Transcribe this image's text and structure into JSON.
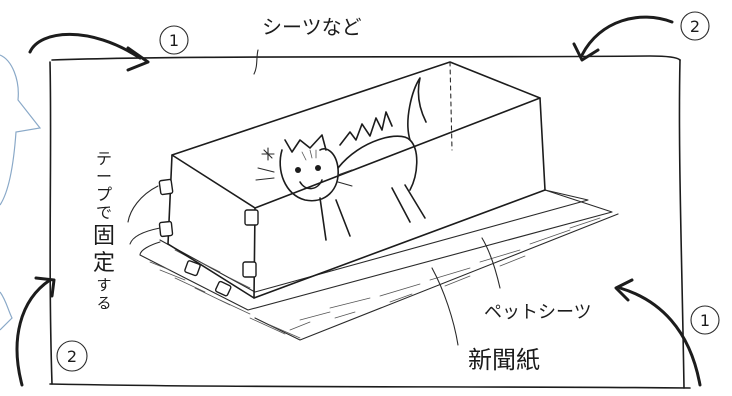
{
  "labels": {
    "sheet": "シーツなど",
    "tape_vertical": [
      "テ",
      "ー",
      "プ",
      "で",
      "固",
      "定",
      "す",
      "る"
    ],
    "pet_sheet": "ペットシーツ",
    "newspaper": "新聞紙"
  },
  "step_numbers": {
    "top_left": "1",
    "top_right": "2",
    "bottom_left": "2",
    "bottom_right": "1"
  },
  "icons": [
    "curved-arrow-icon",
    "cat-illustration",
    "speech-bubble-fragment"
  ]
}
